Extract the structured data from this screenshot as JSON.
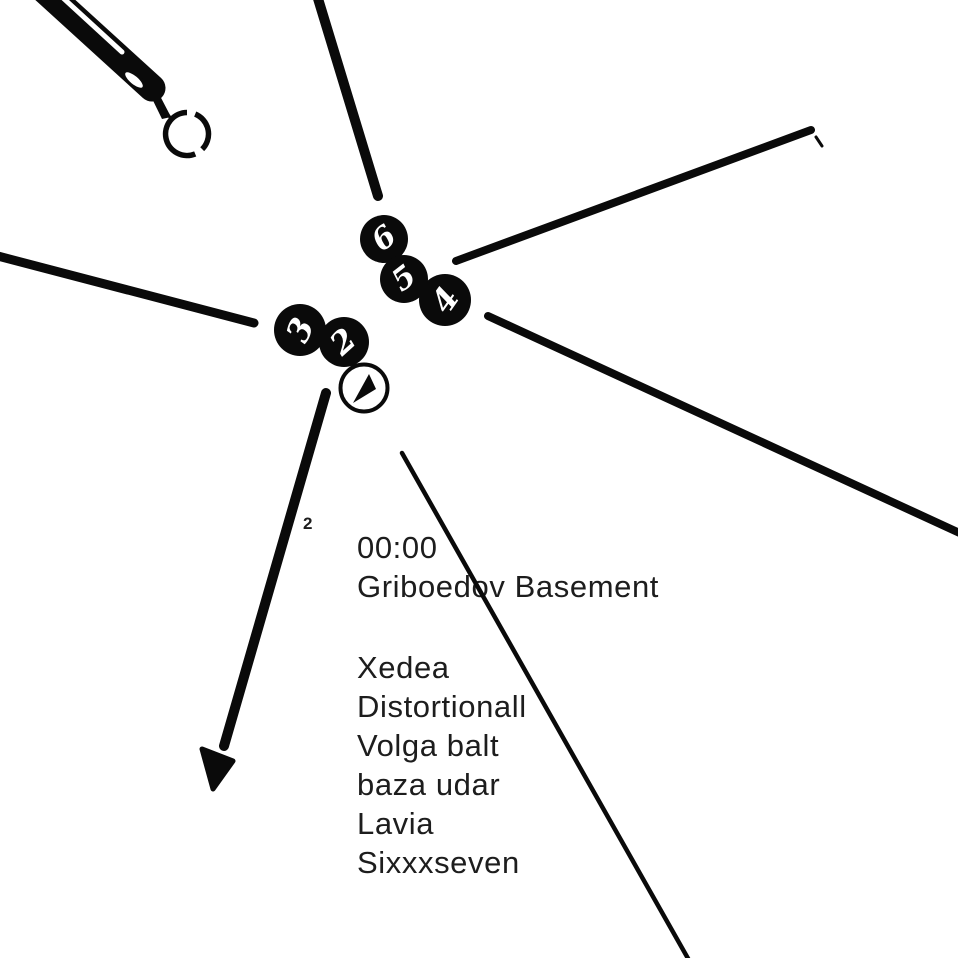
{
  "colors": {
    "background": "#ffffff",
    "ink": "#0a0a0a",
    "text": "#1d1d1d",
    "ball_fill": "#0a0a0a",
    "ball_number": "#ffffff"
  },
  "markers": {
    "balls": [
      {
        "label": "6"
      },
      {
        "label": "5"
      },
      {
        "label": "4"
      },
      {
        "label": "3"
      },
      {
        "label": "2"
      }
    ],
    "pointer_icon": "clock-hand-pointer"
  },
  "annotation": {
    "superscript": "2"
  },
  "event": {
    "time": "00:00",
    "venue": "Griboedov Basement",
    "lineup": [
      "Xedea",
      "Distortionall",
      "Volga balt",
      "baza udar",
      "Lavia",
      "Sixxxseven"
    ]
  }
}
